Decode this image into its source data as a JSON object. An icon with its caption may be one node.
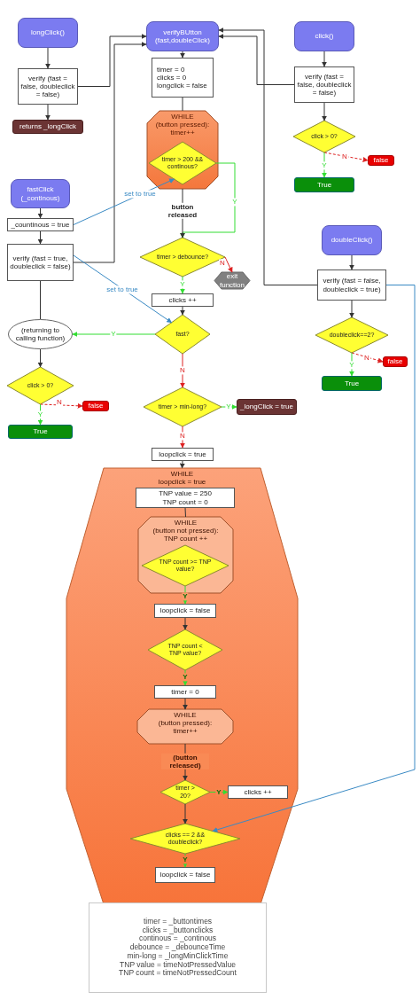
{
  "diagram": {
    "nodes": [
      {
        "text": [
          "longClick()"
        ]
      },
      {
        "text": [
          "verifyBUtton (fast,doubleClick)"
        ]
      },
      {
        "text": [
          "click()"
        ]
      },
      {
        "text": [
          "verify (fast = false, doubleclick = false)"
        ]
      },
      {
        "text": [
          "timer = 0",
          "clicks = 0",
          "longclick = false"
        ]
      },
      {
        "text": [
          "verify (fast = false, doubleclick = false)"
        ]
      },
      {
        "text": [
          "returns _longClick"
        ]
      },
      {
        "text": [
          "WHILE",
          "(button pressed):",
          "timer++"
        ]
      },
      {
        "text": [
          "timer > 200 && continous?"
        ],
        "in": 7
      },
      {
        "text": [
          "click > 0?"
        ]
      },
      {
        "text": [
          "false"
        ]
      },
      {
        "text": [
          "True"
        ]
      },
      {
        "text": [
          "fastClick (_continous)"
        ]
      },
      {
        "text": [
          "_countinous = true"
        ]
      },
      {
        "text": [
          "verify (fast = true, doubleclick = false)"
        ]
      },
      {
        "text": [
          "doubleClick()"
        ]
      },
      {
        "text": [
          "timer > debounce?"
        ]
      },
      {
        "text": [
          "exit function"
        ]
      },
      {
        "text": [
          "verify (fast = false, doubleclick = true)"
        ]
      },
      {
        "text": [
          "clicks ++"
        ]
      },
      {
        "text": [
          "(returning to calling function)"
        ]
      },
      {
        "text": [
          "fast?"
        ]
      },
      {
        "text": [
          "doubleclick==2?"
        ]
      },
      {
        "text": [
          "false"
        ]
      },
      {
        "text": [
          "True"
        ]
      },
      {
        "text": [
          "click > 0?"
        ]
      },
      {
        "text": [
          "false"
        ]
      },
      {
        "text": [
          "True"
        ]
      },
      {
        "text": [
          "timer > min-long?"
        ]
      },
      {
        "text": [
          "_longClick = true"
        ]
      },
      {
        "text": [
          "loopclick = true"
        ]
      },
      {
        "text": [
          "WHILE",
          "loopclick = true"
        ]
      },
      {
        "text": [
          "TNP value = 250",
          "TNP count = 0"
        ],
        "in": 31
      },
      {
        "text": [
          "WHILE",
          "(button not pressed):",
          "TNP count ++"
        ],
        "in": 31
      },
      {
        "text": [
          "TNP count >= TNP value?"
        ],
        "in": 33
      },
      {
        "text": [
          "loopclick = false"
        ],
        "in": 31
      },
      {
        "text": [
          "TNP count < TNP value?"
        ],
        "in": 31
      },
      {
        "text": [
          "timer = 0"
        ],
        "in": 31
      },
      {
        "text": [
          "WHILE",
          "(button pressed):",
          "timer++"
        ],
        "in": 31
      },
      {
        "text": [
          "timer > 20?"
        ],
        "in": 31
      },
      {
        "text": [
          "clicks ++"
        ],
        "in": 31
      },
      {
        "text": [
          "clicks == 2 && doubleclick?"
        ],
        "in": 31
      },
      {
        "text": [
          "loopclick = false"
        ],
        "in": 31
      },
      {
        "text": [
          "timer = _buttontimes",
          "clicks = _buttonclicks",
          "continous = _continous",
          "debounce = _debounceTime",
          "min-long = _longMinClickTime",
          "TNP value = timeNotPressedValue",
          "TNP count = timeNotPressedCount"
        ]
      }
    ],
    "edges": [
      {
        "from": 0,
        "to": 3,
        "arrow": "to"
      },
      {
        "from": 3,
        "to": 6,
        "arrow": "to"
      },
      {
        "from": 3,
        "to": 1,
        "arrow": "to"
      },
      {
        "from": 14,
        "to": 1,
        "arrow": "to"
      },
      {
        "from": 5,
        "to": 1,
        "arrow": "to"
      },
      {
        "from": 18,
        "to": 1,
        "arrow": "to"
      },
      {
        "from": 1,
        "to": 4,
        "arrow": "to"
      },
      {
        "from": 4,
        "to": 7,
        "arrow": "none"
      },
      {
        "from": 8,
        "to": 16,
        "arrow": "to",
        "label": "Y",
        "color": "#33dd33"
      },
      {
        "from": 7,
        "to": 16,
        "arrow": "to",
        "label": "button released"
      },
      {
        "from": 16,
        "to": 17,
        "arrow": "to",
        "label": "N",
        "color": "#dd2222"
      },
      {
        "from": 16,
        "to": 19,
        "arrow": "to",
        "label": "Y",
        "color": "#33dd33"
      },
      {
        "from": 19,
        "to": 21,
        "arrow": "to"
      },
      {
        "from": 21,
        "to": 20,
        "arrow": "to",
        "label": "Y",
        "color": "#33dd33"
      },
      {
        "from": 21,
        "to": 28,
        "arrow": "to",
        "label": "N",
        "color": "#dd2222"
      },
      {
        "from": 28,
        "to": 29,
        "arrow": "to",
        "label": "Y",
        "color": "#33dd33"
      },
      {
        "from": 28,
        "to": 30,
        "arrow": "to",
        "label": "N",
        "color": "#dd2222"
      },
      {
        "from": 13,
        "to": 8,
        "arrow": "to",
        "label": "set to true",
        "color": "#3a8ac4"
      },
      {
        "from": 14,
        "to": 21,
        "arrow": "to",
        "label": "set to true",
        "color": "#3a8ac4"
      },
      {
        "from": 12,
        "to": 13,
        "arrow": "to"
      },
      {
        "from": 13,
        "to": 14,
        "arrow": "to"
      },
      {
        "from": 14,
        "to": 20,
        "arrow": "none"
      },
      {
        "from": 20,
        "to": 25,
        "arrow": "to"
      },
      {
        "from": 25,
        "to": 26,
        "arrow": "to",
        "label": "N",
        "style": "dashed",
        "color": "#dd2222"
      },
      {
        "from": 25,
        "to": 27,
        "arrow": "to",
        "label": "Y",
        "color": "#33dd33"
      },
      {
        "from": 2,
        "to": 5,
        "arrow": "to"
      },
      {
        "from": 5,
        "to": 9,
        "arrow": "to"
      },
      {
        "from": 9,
        "to": 10,
        "arrow": "to",
        "label": "N",
        "style": "dashed",
        "color": "#dd2222"
      },
      {
        "from": 9,
        "to": 11,
        "arrow": "to",
        "label": "Y",
        "color": "#33dd33"
      },
      {
        "from": 15,
        "to": 18,
        "arrow": "to"
      },
      {
        "from": 18,
        "to": 22,
        "arrow": "to"
      },
      {
        "from": 22,
        "to": 23,
        "arrow": "to",
        "label": "N",
        "style": "dashed",
        "color": "#dd2222"
      },
      {
        "from": 22,
        "to": 24,
        "arrow": "to",
        "label": "Y",
        "color": "#33dd33"
      },
      {
        "from": 18,
        "to": 41,
        "arrow": "to",
        "color": "#3a8ac4"
      },
      {
        "from": 30,
        "to": 31,
        "arrow": "to"
      },
      {
        "from": 32,
        "to": 33,
        "arrow": "none"
      },
      {
        "from": 34,
        "to": 35,
        "arrow": "to",
        "label": "Y",
        "color": "#33dd33"
      },
      {
        "from": 35,
        "to": 36,
        "arrow": "to"
      },
      {
        "from": 36,
        "to": 37,
        "arrow": "to",
        "label": "Y",
        "color": "#33dd33"
      },
      {
        "from": 37,
        "to": 38,
        "arrow": "to"
      },
      {
        "from": 38,
        "to": 39,
        "arrow": "to",
        "label": "(button released)"
      },
      {
        "from": 39,
        "to": 40,
        "arrow": "to",
        "label": "Y",
        "color": "#33dd33"
      },
      {
        "from": 39,
        "to": 41,
        "arrow": "to"
      },
      {
        "from": 41,
        "to": 42,
        "arrow": "to",
        "label": "Y",
        "color": "#33dd33"
      }
    ]
  }
}
